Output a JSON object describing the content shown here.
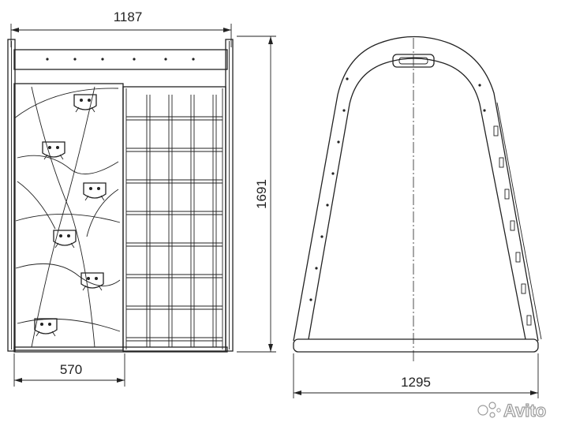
{
  "dimensions": {
    "top_width": "1187",
    "height": "1691",
    "bottom_width": "570",
    "side_width": "1295"
  },
  "watermark": {
    "text": "Avito"
  },
  "colors": {
    "line": "#222222",
    "background": "#ffffff",
    "watermark": "#9a9a9a"
  }
}
